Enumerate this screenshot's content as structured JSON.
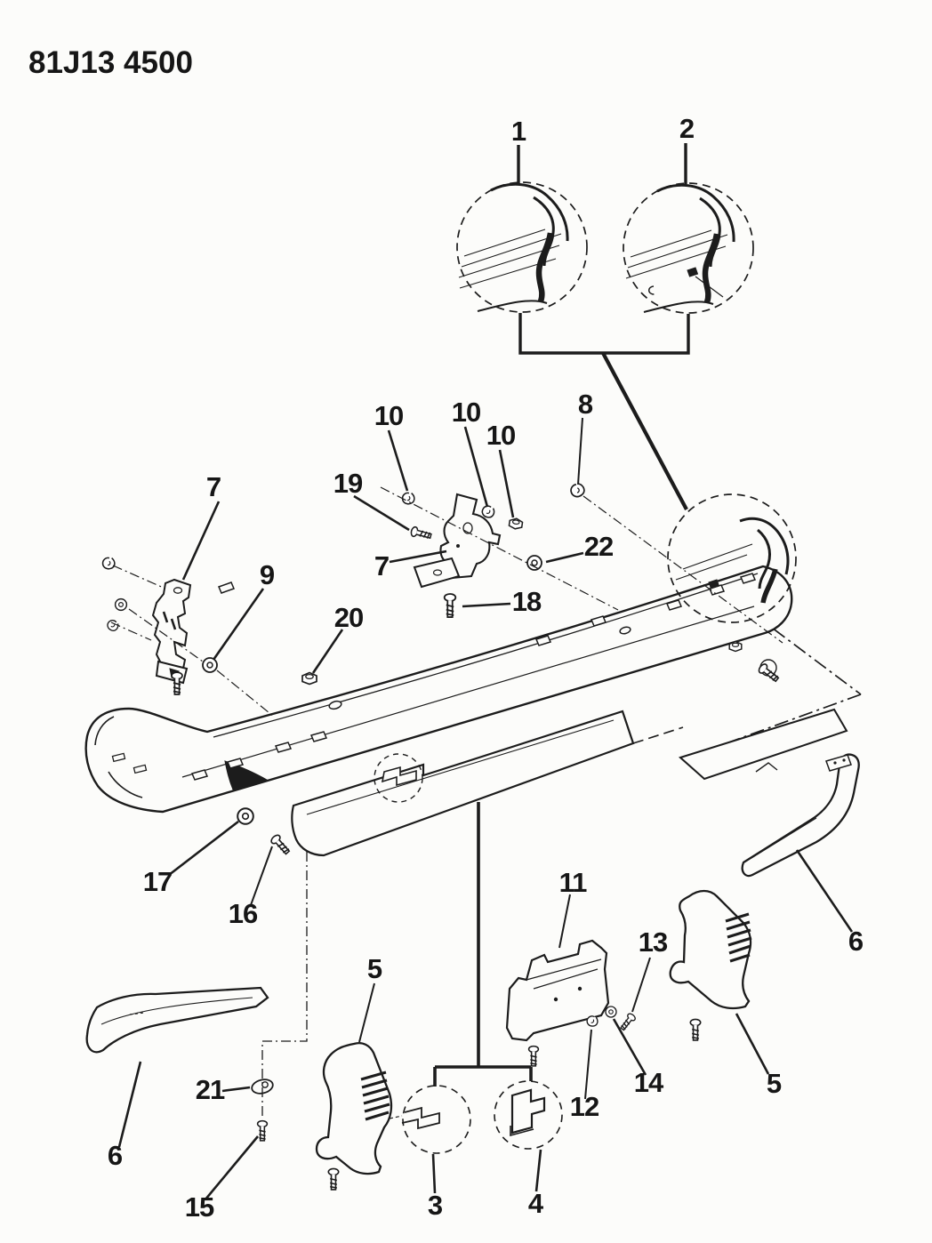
{
  "title": "81J13 4500",
  "colors": {
    "ink": "#1c1c1c",
    "paper": "#fcfcfa"
  },
  "callouts": [
    {
      "label": "1"
    },
    {
      "label": "2"
    },
    {
      "label": "10"
    },
    {
      "label": "10"
    },
    {
      "label": "10"
    },
    {
      "label": "8"
    },
    {
      "label": "19"
    },
    {
      "label": "7"
    },
    {
      "label": "22"
    },
    {
      "label": "7"
    },
    {
      "label": "9"
    },
    {
      "label": "18"
    },
    {
      "label": "20"
    },
    {
      "label": "17"
    },
    {
      "label": "16"
    },
    {
      "label": "11"
    },
    {
      "label": "13"
    },
    {
      "label": "6"
    },
    {
      "label": "5"
    },
    {
      "label": "21"
    },
    {
      "label": "15"
    },
    {
      "label": "6"
    },
    {
      "label": "3"
    },
    {
      "label": "4"
    },
    {
      "label": "12"
    },
    {
      "label": "14"
    },
    {
      "label": "5"
    }
  ]
}
